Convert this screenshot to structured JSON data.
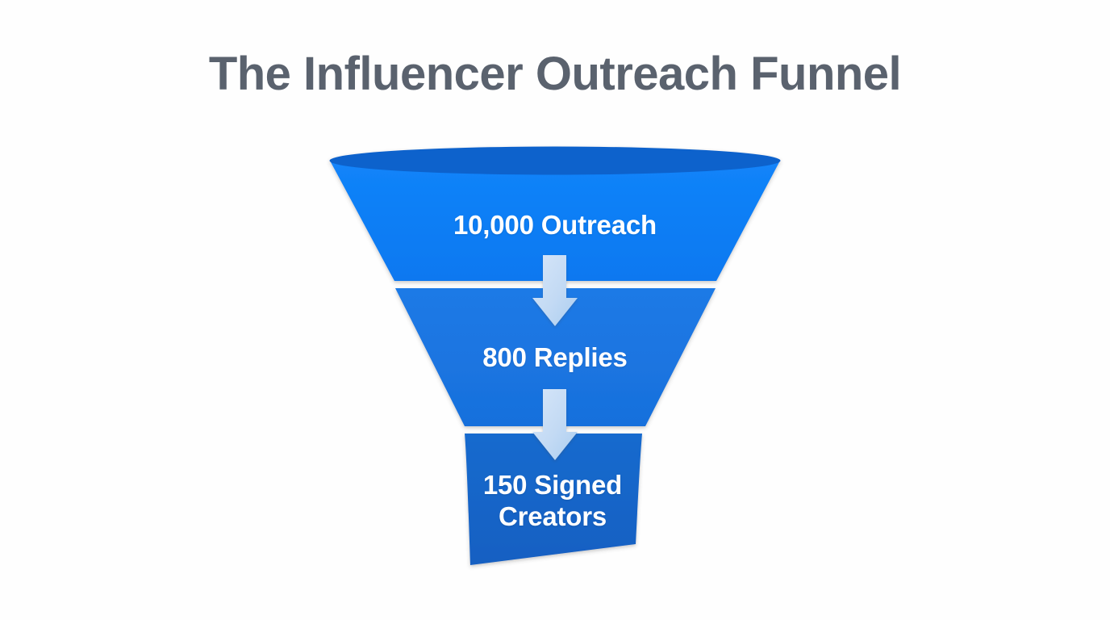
{
  "page": {
    "title": "The Influencer Outreach Funnel",
    "background_color": "#fefefe",
    "title_color": "#5a626e"
  },
  "chart_data": {
    "type": "funnel",
    "title": "The Influencer Outreach Funnel",
    "xlabel": "",
    "ylabel": "",
    "orientation": "vertical",
    "grid": false,
    "legend": null,
    "categories": [
      "Outreach",
      "Replies",
      "Signed Creators"
    ],
    "values": [
      10000,
      800,
      150
    ],
    "labels": [
      "10,000 Outreach",
      "800 Replies",
      "150 Signed Creators"
    ],
    "stages": [
      {
        "index": 1,
        "name": "Outreach",
        "count": 10000,
        "count_text": "10,000",
        "label": "10,000 Outreach",
        "fill_color": "#0f7cf5",
        "rim_color": "#0b62cc",
        "text_color": "#ffffff"
      },
      {
        "index": 2,
        "name": "Replies",
        "count": 800,
        "count_text": "800",
        "label": "800 Replies",
        "fill_color": "#1a75e2",
        "text_color": "#ffffff"
      },
      {
        "index": 3,
        "name": "Signed Creators",
        "count": 150,
        "count_text": "150",
        "label": "150 Signed Creators",
        "label_line_1": "150 Signed",
        "label_line_2": "Creators",
        "fill_color": "#1565c8",
        "text_color": "#ffffff"
      }
    ],
    "connectors": [
      {
        "from": "Outreach",
        "to": "Replies",
        "icon": "down-arrow",
        "color": "#c3daf4"
      },
      {
        "from": "Replies",
        "to": "Signed Creators",
        "icon": "down-arrow",
        "color": "#c3daf4"
      }
    ]
  }
}
